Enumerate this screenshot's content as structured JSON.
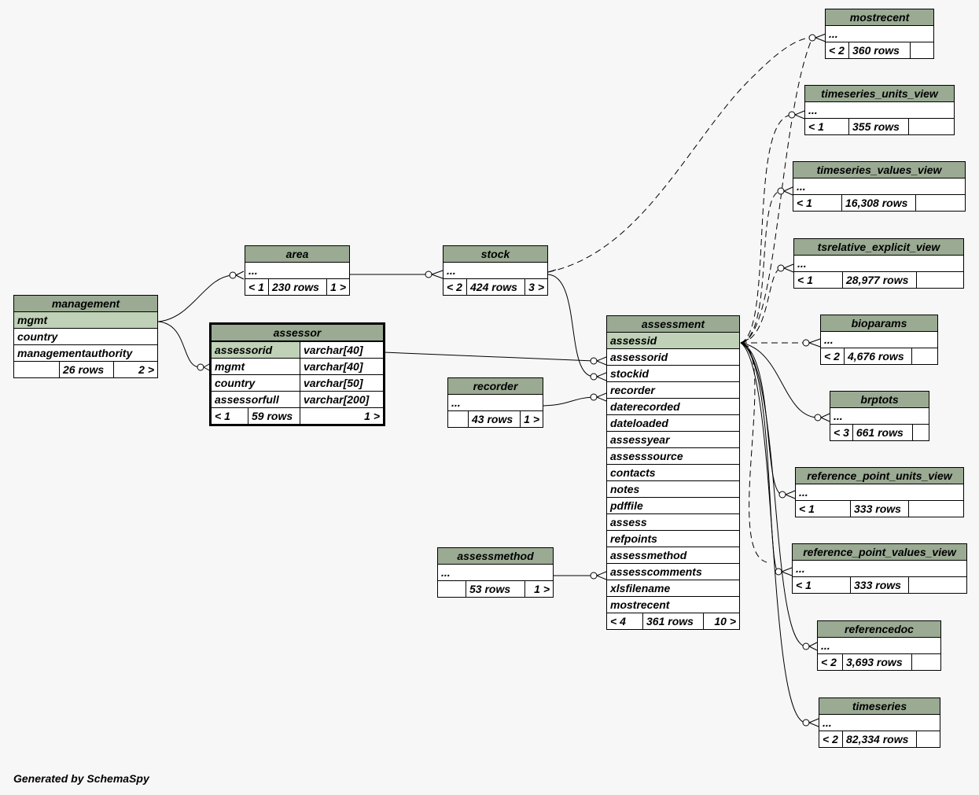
{
  "footer": "Generated by SchemaSpy",
  "tables": {
    "management": {
      "name": "management",
      "columns": [
        "mgmt",
        "country",
        "managementauthority"
      ],
      "footer": [
        "",
        "26 rows",
        "2 >"
      ]
    },
    "area": {
      "name": "area",
      "columns": [
        "..."
      ],
      "footer": [
        "< 1",
        "230 rows",
        "1 >"
      ]
    },
    "stock": {
      "name": "stock",
      "columns": [
        "..."
      ],
      "footer": [
        "< 2",
        "424 rows",
        "3 >"
      ]
    },
    "assessor": {
      "name": "assessor",
      "columns": [
        {
          "name": "assessorid",
          "type": "varchar[40]"
        },
        {
          "name": "mgmt",
          "type": "varchar[40]"
        },
        {
          "name": "country",
          "type": "varchar[50]"
        },
        {
          "name": "assessorfull",
          "type": "varchar[200]"
        }
      ],
      "footer": [
        "< 1",
        "59 rows",
        "1 >"
      ]
    },
    "recorder": {
      "name": "recorder",
      "columns": [
        "..."
      ],
      "footer": [
        "",
        "43 rows",
        "1 >"
      ]
    },
    "assessmethod": {
      "name": "assessmethod",
      "columns": [
        "..."
      ],
      "footer": [
        "",
        "53 rows",
        "1 >"
      ]
    },
    "assessment": {
      "name": "assessment",
      "columns": [
        "assessid",
        "assessorid",
        "stockid",
        "recorder",
        "daterecorded",
        "dateloaded",
        "assessyear",
        "assesssource",
        "contacts",
        "notes",
        "pdffile",
        "assess",
        "refpoints",
        "assessmethod",
        "assesscomments",
        "xlsfilename",
        "mostrecent"
      ],
      "footer": [
        "< 4",
        "361 rows",
        "10 >"
      ]
    },
    "mostrecent": {
      "name": "mostrecent",
      "columns": [
        "..."
      ],
      "footer": [
        "< 2",
        "360 rows",
        ""
      ]
    },
    "timeseries_units_view": {
      "name": "timeseries_units_view",
      "columns": [
        "..."
      ],
      "footer": [
        "< 1",
        "355 rows",
        ""
      ]
    },
    "timeseries_values_view": {
      "name": "timeseries_values_view",
      "columns": [
        "..."
      ],
      "footer": [
        "< 1",
        "16,308 rows",
        ""
      ]
    },
    "tsrelative_explicit_view": {
      "name": "tsrelative_explicit_view",
      "columns": [
        "..."
      ],
      "footer": [
        "< 1",
        "28,977 rows",
        ""
      ]
    },
    "bioparams": {
      "name": "bioparams",
      "columns": [
        "..."
      ],
      "footer": [
        "< 2",
        "4,676 rows",
        ""
      ]
    },
    "brptots": {
      "name": "brptots",
      "columns": [
        "..."
      ],
      "footer": [
        "< 3",
        "661 rows",
        ""
      ]
    },
    "reference_point_units_view": {
      "name": "reference_point_units_view",
      "columns": [
        "..."
      ],
      "footer": [
        "< 1",
        "333 rows",
        ""
      ]
    },
    "reference_point_values_view": {
      "name": "reference_point_values_view",
      "columns": [
        "..."
      ],
      "footer": [
        "< 1",
        "333 rows",
        ""
      ]
    },
    "referencedoc": {
      "name": "referencedoc",
      "columns": [
        "..."
      ],
      "footer": [
        "< 2",
        "3,693 rows",
        ""
      ]
    },
    "timeseries": {
      "name": "timeseries",
      "columns": [
        "..."
      ],
      "footer": [
        "< 2",
        "82,334 rows",
        ""
      ]
    }
  }
}
